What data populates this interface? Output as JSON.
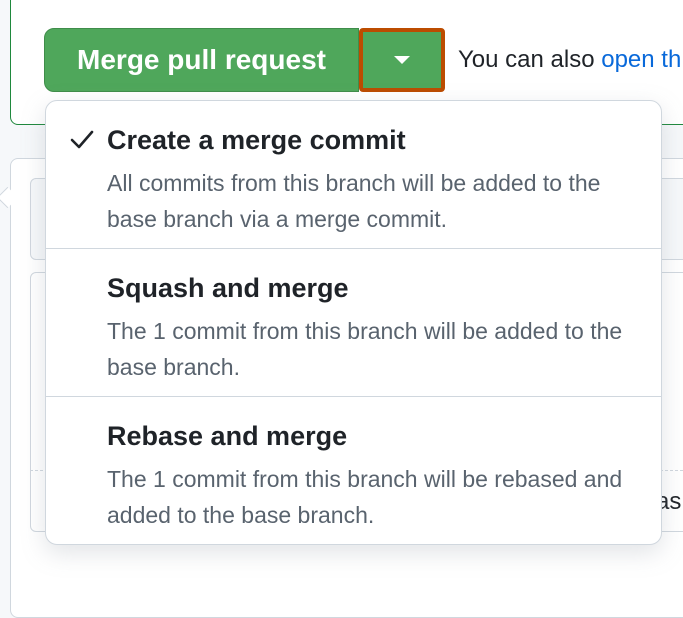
{
  "merge_bar": {
    "merge_button_label": "Merge pull request",
    "also_text": "You can also ",
    "also_link": "open th"
  },
  "menu": {
    "items": [
      {
        "title": "Create a merge commit",
        "description": "All commits from this branch will be added to the base branch via a merge commit.",
        "selected": true
      },
      {
        "title": "Squash and merge",
        "description": "The 1 commit from this branch will be added to the base branch.",
        "selected": false
      },
      {
        "title": "Rebase and merge",
        "description": "The 1 commit from this branch will be rebased and added to the base branch.",
        "selected": false
      }
    ]
  },
  "background": {
    "peek_text": "as"
  },
  "colors": {
    "merge_green": "#4fa75b",
    "highlight_border": "#bc4c00",
    "link_blue": "#0969da",
    "muted_text": "#59636e"
  }
}
